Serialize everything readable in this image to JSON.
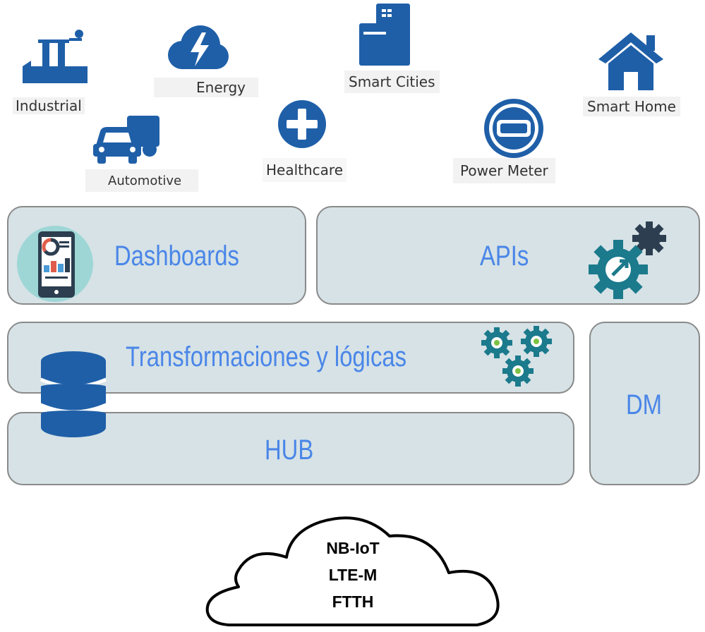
{
  "colors": {
    "icon_blue": "#1f5fa8",
    "label_blue": "#4a86e8",
    "box_fill": "#d6e2e6",
    "gear_teal": "#1b7a8c",
    "gear_green": "#7dc242"
  },
  "icons": [
    {
      "name": "factory-icon",
      "label": "Industrial"
    },
    {
      "name": "cloud-lightning-icon",
      "label": "Energy"
    },
    {
      "name": "buildings-icon",
      "label": "Smart Cities"
    },
    {
      "name": "house-icon",
      "label": "Smart Home"
    },
    {
      "name": "car-truck-icon",
      "label": "Automotive"
    },
    {
      "name": "plus-circle-icon",
      "label": "Healthcare"
    },
    {
      "name": "power-meter-icon",
      "label": "Power Meter"
    }
  ],
  "layers": {
    "dashboards": "Dashboards",
    "apis": "APIs",
    "transform": "Transformaciones y lógicas",
    "hub": "HUB",
    "dm": "DM"
  },
  "cloud": {
    "lines": [
      "NB-IoT",
      "LTE-M",
      "FTTH"
    ]
  }
}
